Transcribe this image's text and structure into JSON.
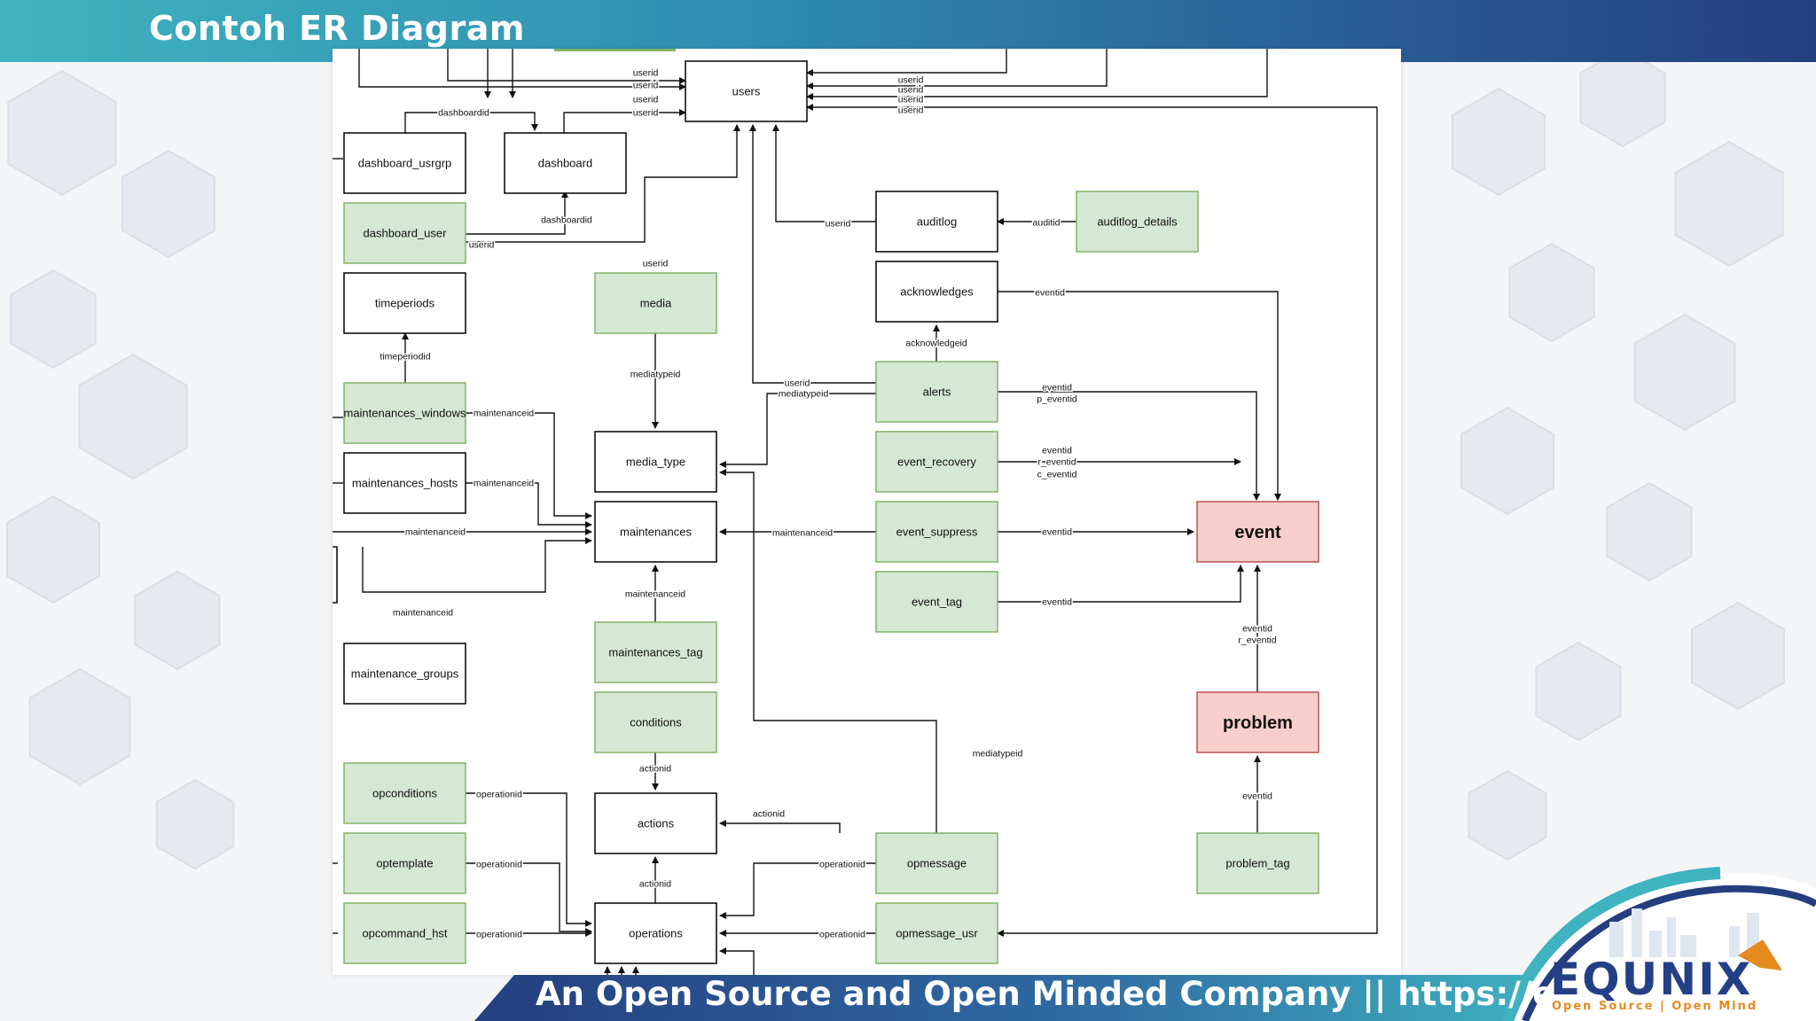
{
  "slide": {
    "title": "Contoh ER Diagram",
    "footer": "An Open Source and Open Minded Company || https://equnix.asia",
    "logo_word": "EQUNIX",
    "logo_tagline": "Open Source | Open Mind"
  },
  "colors": {
    "header_start": "#3fb3c0",
    "header_end": "#243f80",
    "entity_plain": "#ffffff",
    "entity_green": "#d5e8d4",
    "entity_green_border": "#82b366",
    "entity_red": "#f8cecc",
    "entity_red_border": "#b85450",
    "brand_orange": "#e58a1f"
  },
  "diagram": {
    "entities": [
      {
        "id": "users",
        "label": "users",
        "style": "plain"
      },
      {
        "id": "dashboard_usrgrp",
        "label": "dashboard_usrgrp",
        "style": "plain"
      },
      {
        "id": "dashboard",
        "label": "dashboard",
        "style": "plain"
      },
      {
        "id": "dashboard_user",
        "label": "dashboard_user",
        "style": "green"
      },
      {
        "id": "timeperiods",
        "label": "timeperiods",
        "style": "plain"
      },
      {
        "id": "media",
        "label": "media",
        "style": "green"
      },
      {
        "id": "auditlog",
        "label": "auditlog",
        "style": "plain"
      },
      {
        "id": "auditlog_details",
        "label": "auditlog_details",
        "style": "green"
      },
      {
        "id": "acknowledges",
        "label": "acknowledges",
        "style": "plain"
      },
      {
        "id": "alerts",
        "label": "alerts",
        "style": "green"
      },
      {
        "id": "maintenances_windows",
        "label": "maintenances_windows",
        "style": "green"
      },
      {
        "id": "media_type",
        "label": "media_type",
        "style": "plain"
      },
      {
        "id": "event_recovery",
        "label": "event_recovery",
        "style": "green"
      },
      {
        "id": "maintenances_hosts",
        "label": "maintenances_hosts",
        "style": "plain"
      },
      {
        "id": "maintenances",
        "label": "maintenances",
        "style": "plain"
      },
      {
        "id": "event_suppress",
        "label": "event_suppress",
        "style": "green"
      },
      {
        "id": "event",
        "label": "event",
        "style": "red"
      },
      {
        "id": "event_tag",
        "label": "event_tag",
        "style": "green"
      },
      {
        "id": "maintenances_tag",
        "label": "maintenances_tag",
        "style": "green"
      },
      {
        "id": "maintenance_groups",
        "label": "maintenance_groups",
        "style": "plain"
      },
      {
        "id": "conditions",
        "label": "conditions",
        "style": "green"
      },
      {
        "id": "problem",
        "label": "problem",
        "style": "red"
      },
      {
        "id": "opconditions",
        "label": "opconditions",
        "style": "green"
      },
      {
        "id": "actions",
        "label": "actions",
        "style": "plain"
      },
      {
        "id": "optemplate",
        "label": "optemplate",
        "style": "green"
      },
      {
        "id": "opmessage",
        "label": "opmessage",
        "style": "green"
      },
      {
        "id": "problem_tag",
        "label": "problem_tag",
        "style": "green"
      },
      {
        "id": "opcommand_hst",
        "label": "opcommand_hst",
        "style": "green"
      },
      {
        "id": "operations",
        "label": "operations",
        "style": "plain"
      },
      {
        "id": "opmessage_usr",
        "label": "opmessage_usr",
        "style": "green"
      }
    ],
    "edge_labels": [
      "userid",
      "userid",
      "userid",
      "userid",
      "userid",
      "userid",
      "userid",
      "userid",
      "dashboardid",
      "dashboardid",
      "userid",
      "userid",
      "auditid",
      "userid",
      "eventid",
      "timeperiodid",
      "mediatypeid",
      "acknowledgeid",
      "userid",
      "mediatypeid",
      "eventid",
      "p_eventid",
      "maintenanceid",
      "eventid",
      "r_eventid",
      "c_eventid",
      "maintenanceid",
      "maintenanceid",
      "maintenanceid",
      "eventid",
      "maintenanceid",
      "eventid",
      "maintenanceid",
      "eventid",
      "r_eventid",
      "mediatypeid",
      "actionid",
      "operationid",
      "actionid",
      "eventid",
      "operationid",
      "actionid",
      "operationid",
      "operationid",
      "operationid"
    ]
  }
}
